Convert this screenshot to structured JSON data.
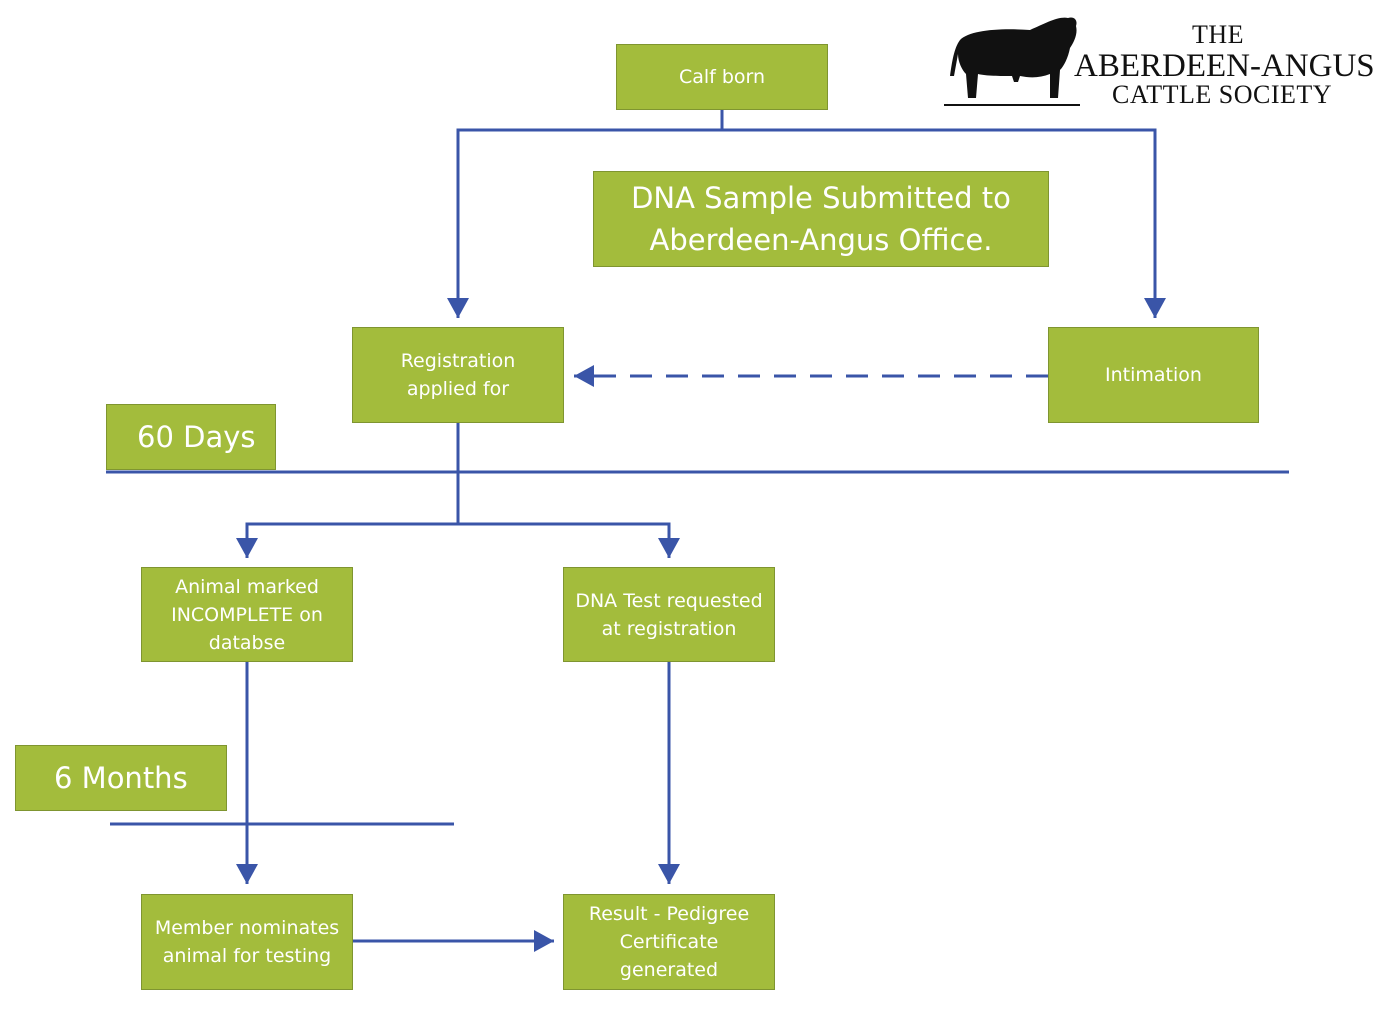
{
  "boxes": {
    "calf_born": "Calf born",
    "dna_sample": "DNA Sample Submitted to\nAberdeen-Angus Office.",
    "registration": "Registration\napplied for",
    "intimation": "Intimation",
    "days_60": "60 Days",
    "incomplete": "Animal marked\nINCOMPLETE on\ndatabse",
    "dna_test": "DNA Test requested\nat registration",
    "months_6": "6 Months",
    "nominate": "Member nominates\nanimal for testing",
    "result": "Result - Pedigree\nCertificate\ngenerated"
  },
  "logo": {
    "line1": "THE",
    "line2": "ABERDEEN-ANGUS",
    "line3": "CATTLE SOCIETY",
    "icon": "bull-silhouette-icon"
  },
  "colors": {
    "box_fill": "#a3bc3c",
    "connector": "#3a55a8",
    "text": "#ffffff"
  }
}
